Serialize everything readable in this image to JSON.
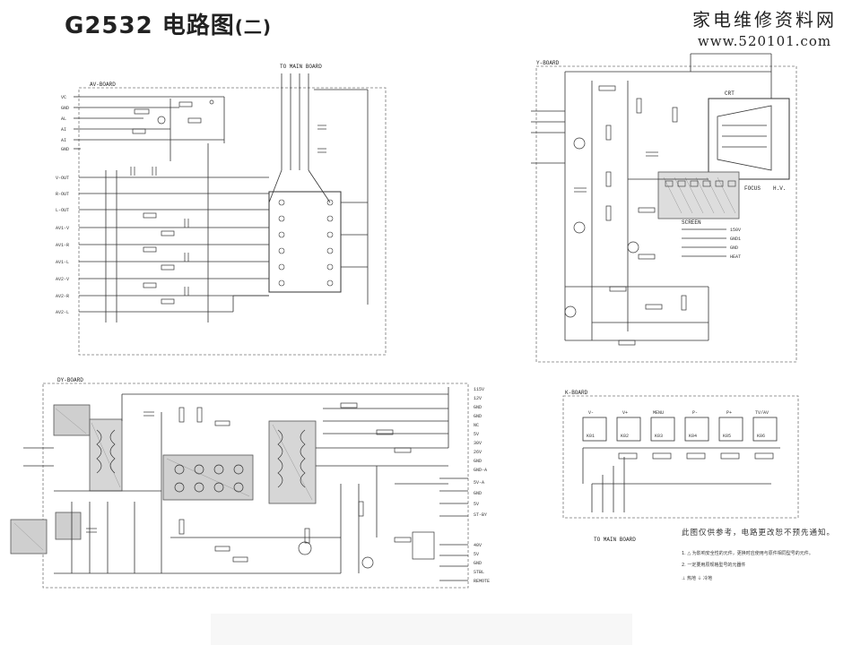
{
  "title": {
    "main": "G2532 电路图",
    "paren": "(二)"
  },
  "brand": {
    "cn": "家电维修资料网",
    "url": "www.520101.com"
  },
  "boards": {
    "av": "AV-BOARD",
    "y": "Y-BOARD",
    "dy": "DY-BOARD",
    "k": "K-BOARD",
    "to_main": "TO MAIN BOARD",
    "crt": "CRT",
    "screen": "SCREEN",
    "focus": "FOCUS",
    "hv": "H.V."
  },
  "av_pins": [
    "V-OUT",
    "R-OUT",
    "L-OUT",
    "AV1-V",
    "AV1-R",
    "AV1-L",
    "AV2-V",
    "AV2-R",
    "AV2-L"
  ],
  "av_top_pins": [
    "VC",
    "GND",
    "AL",
    "AI",
    "AI",
    "GND"
  ],
  "y_right_pins": [
    "150V",
    "GND1",
    "GND",
    "HEAT"
  ],
  "dy_right_pins": [
    "115V",
    "12V",
    "GND",
    "GND",
    "NC",
    "5V",
    "30V",
    "26V",
    "GND",
    "GND-A"
  ],
  "dy_right_pins2": [
    "5V-A",
    "GND",
    "5V",
    "ST-BY"
  ],
  "dy_right_pins3": [
    "40V",
    "5V",
    "GND",
    "STBL",
    "REMOTE"
  ],
  "k_keys": [
    {
      "top": "V-",
      "ref": "K01"
    },
    {
      "top": "V+",
      "ref": "K02"
    },
    {
      "top": "MENU",
      "ref": "K03"
    },
    {
      "top": "P-",
      "ref": "K04"
    },
    {
      "top": "P+",
      "ref": "K05"
    },
    {
      "top": "TV/AV",
      "ref": "K06"
    }
  ],
  "notes": {
    "n1": "此图仅供参考，电路更改恕不预先通知。",
    "n2": "1. △ 为影响安全性的元件，更换时应使用与原件相同型号的元件。",
    "n3": "2. 一定要用原规格型号的元器件",
    "n4": "⊥ 热地    ⏚ 冷地"
  }
}
